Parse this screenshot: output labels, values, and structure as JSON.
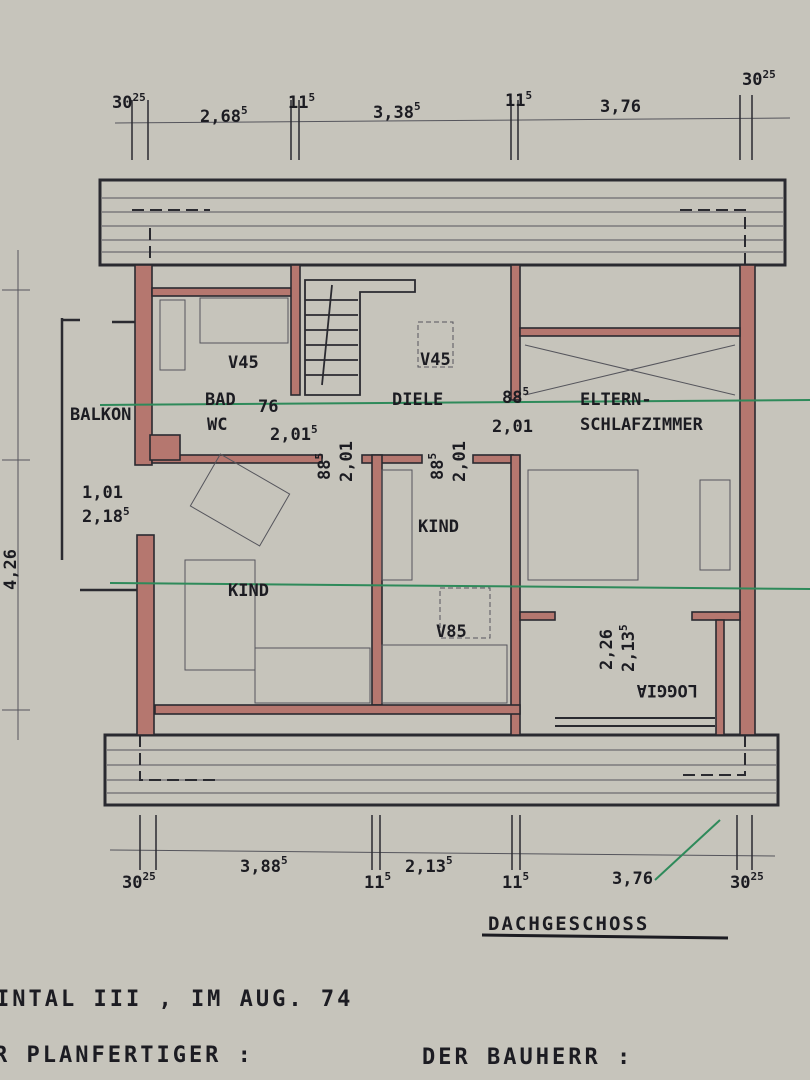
{
  "plan": {
    "title": "DACHGESCHOSS",
    "colors": {
      "paper": "#c6c4bb",
      "wall_fill": "#b5776f",
      "ink": "#2a2a30",
      "axis_line": "#2e8a5a"
    },
    "top_dimensions": [
      {
        "value": "30",
        "sup": "25"
      },
      {
        "value": "2,68",
        "sup": "5"
      },
      {
        "value": "11",
        "sup": "5"
      },
      {
        "value": "3,38",
        "sup": "5"
      },
      {
        "value": "11",
        "sup": "5"
      },
      {
        "value": "3,76",
        "sup": ""
      },
      {
        "value": "30",
        "sup": "25"
      }
    ],
    "bottom_dimensions": [
      {
        "value": "30",
        "sup": "25"
      },
      {
        "value": "3,88",
        "sup": "5"
      },
      {
        "value": "11",
        "sup": "5"
      },
      {
        "value": "2,13",
        "sup": "5"
      },
      {
        "value": "11",
        "sup": "5"
      },
      {
        "value": "3,76",
        "sup": ""
      },
      {
        "value": "30",
        "sup": "25"
      }
    ],
    "left_dimension": "4,26",
    "rooms": {
      "bad": {
        "name": "BAD",
        "name2": "WC",
        "window": "V45"
      },
      "diele": {
        "name": "DIELE",
        "window": "V45"
      },
      "eltern": {
        "name": "ELTERN-",
        "name2": "SCHLAFZIMMER"
      },
      "kind1": {
        "name": "KIND"
      },
      "kind2": {
        "name": "KIND",
        "window": "V85"
      },
      "loggia": {
        "name": "LOGGIA"
      },
      "balkon": {
        "name": "BALKON"
      }
    },
    "door_dims": {
      "bad_door": {
        "w": "76",
        "h": "2,01",
        "sup": "5"
      },
      "eltern_door": {
        "w": "88",
        "sup": "5",
        "h": "2,01"
      },
      "kind1_door": {
        "w": "88",
        "sup": "5",
        "h": "2,01"
      },
      "kind2_door": {
        "w": "88",
        "sup": "5",
        "h": "2,01"
      },
      "balkon_door": {
        "w": "1,01",
        "h": "2,18",
        "sup": "5"
      },
      "loggia_door": {
        "w": "2,26",
        "h": "2,13",
        "sup": "5"
      }
    }
  },
  "footer": {
    "place_date": "INTAL III , IM AUG. 74",
    "planner": "R PLANFERTIGER :",
    "owner": "DER BAUHERR :"
  }
}
